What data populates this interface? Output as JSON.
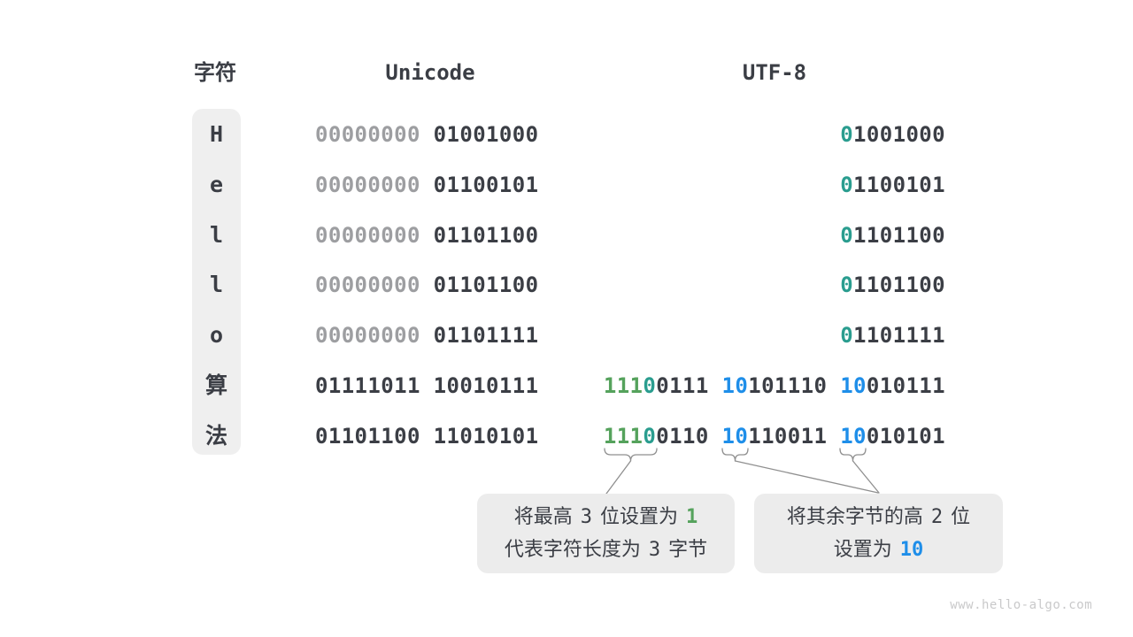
{
  "colors": {
    "bg": "#ffffff",
    "dark": "#3b3e45",
    "gray": "#9d9ea1",
    "teal": "#2a9d8f",
    "green": "#55a25c",
    "blue": "#1e8ee9",
    "colbg": "#efefef",
    "boxbg": "#ececec",
    "line": "#8f8f8f",
    "watermark": "#c9c9ca"
  },
  "headers": {
    "char": "字符",
    "unicode": "Unicode",
    "utf8": "UTF-8"
  },
  "rows": [
    {
      "char": "H",
      "unicode": [
        {
          "t": "00000000",
          "c": "gray"
        },
        {
          "t": " ",
          "c": "dark"
        },
        {
          "t": "01001000",
          "c": "dark"
        }
      ],
      "utf8": [
        {
          "t": "0",
          "c": "teal"
        },
        {
          "t": "1001000",
          "c": "dark"
        }
      ]
    },
    {
      "char": "e",
      "unicode": [
        {
          "t": "00000000",
          "c": "gray"
        },
        {
          "t": " ",
          "c": "dark"
        },
        {
          "t": "01100101",
          "c": "dark"
        }
      ],
      "utf8": [
        {
          "t": "0",
          "c": "teal"
        },
        {
          "t": "1100101",
          "c": "dark"
        }
      ]
    },
    {
      "char": "l",
      "unicode": [
        {
          "t": "00000000",
          "c": "gray"
        },
        {
          "t": " ",
          "c": "dark"
        },
        {
          "t": "01101100",
          "c": "dark"
        }
      ],
      "utf8": [
        {
          "t": "0",
          "c": "teal"
        },
        {
          "t": "1101100",
          "c": "dark"
        }
      ]
    },
    {
      "char": "l",
      "unicode": [
        {
          "t": "00000000",
          "c": "gray"
        },
        {
          "t": " ",
          "c": "dark"
        },
        {
          "t": "01101100",
          "c": "dark"
        }
      ],
      "utf8": [
        {
          "t": "0",
          "c": "teal"
        },
        {
          "t": "1101100",
          "c": "dark"
        }
      ]
    },
    {
      "char": "o",
      "unicode": [
        {
          "t": "00000000",
          "c": "gray"
        },
        {
          "t": " ",
          "c": "dark"
        },
        {
          "t": "01101111",
          "c": "dark"
        }
      ],
      "utf8": [
        {
          "t": "0",
          "c": "teal"
        },
        {
          "t": "1101111",
          "c": "dark"
        }
      ]
    },
    {
      "char": "算",
      "unicode": [
        {
          "t": "01111011 10010111",
          "c": "dark"
        }
      ],
      "utf8": [
        {
          "t": "111",
          "c": "green"
        },
        {
          "t": "0",
          "c": "teal"
        },
        {
          "t": "0111 ",
          "c": "dark"
        },
        {
          "t": "10",
          "c": "blue"
        },
        {
          "t": "101110 ",
          "c": "dark"
        },
        {
          "t": "10",
          "c": "blue"
        },
        {
          "t": "010111",
          "c": "dark"
        }
      ]
    },
    {
      "char": "法",
      "unicode": [
        {
          "t": "01101100 11010101",
          "c": "dark"
        }
      ],
      "utf8": [
        {
          "t": "111",
          "c": "green"
        },
        {
          "t": "0",
          "c": "teal"
        },
        {
          "t": "0110 ",
          "c": "dark"
        },
        {
          "t": "10",
          "c": "blue"
        },
        {
          "t": "110011 ",
          "c": "dark"
        },
        {
          "t": "10",
          "c": "blue"
        },
        {
          "t": "010101",
          "c": "dark"
        }
      ]
    }
  ],
  "callouts": {
    "first": {
      "line1_prefix": "将最高 ",
      "line1_num": "3",
      "line1_mid": " 位设置为 ",
      "line1_value": "1",
      "line2_prefix": "代表字符长度为 ",
      "line2_num": "3",
      "line2_suffix": " 字节"
    },
    "second": {
      "line1_prefix": "将其余字节的高 ",
      "line1_num": "2",
      "line1_suffix": " 位",
      "line2_prefix": "设置为 ",
      "line2_value": "10"
    }
  },
  "watermark": "www.hello-algo.com"
}
